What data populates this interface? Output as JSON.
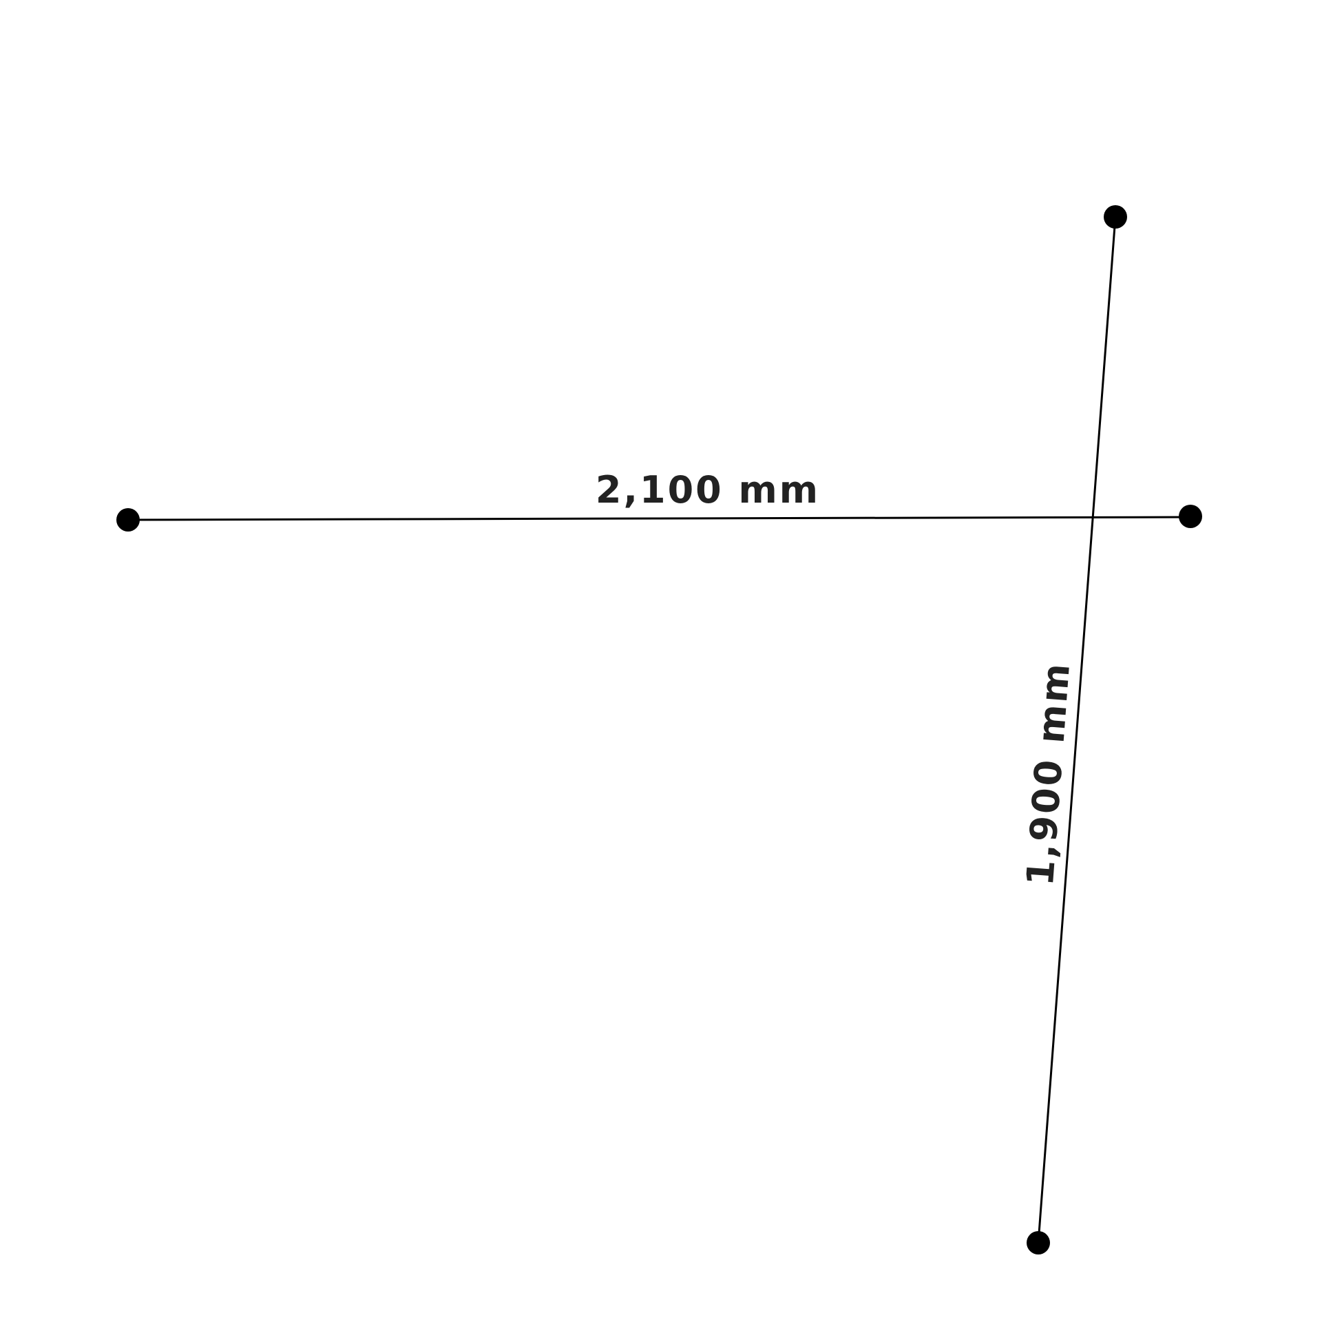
{
  "measurements": [
    {
      "id": "horizontal",
      "label": "2,100 mm",
      "value": 2100,
      "unit": "mm"
    },
    {
      "id": "vertical",
      "label": "1,900 mm",
      "value": 1900,
      "unit": "mm"
    }
  ],
  "colors": {
    "background": "#ffffff",
    "line": "#000000",
    "endpoint": "#000000",
    "label": "#222222"
  }
}
